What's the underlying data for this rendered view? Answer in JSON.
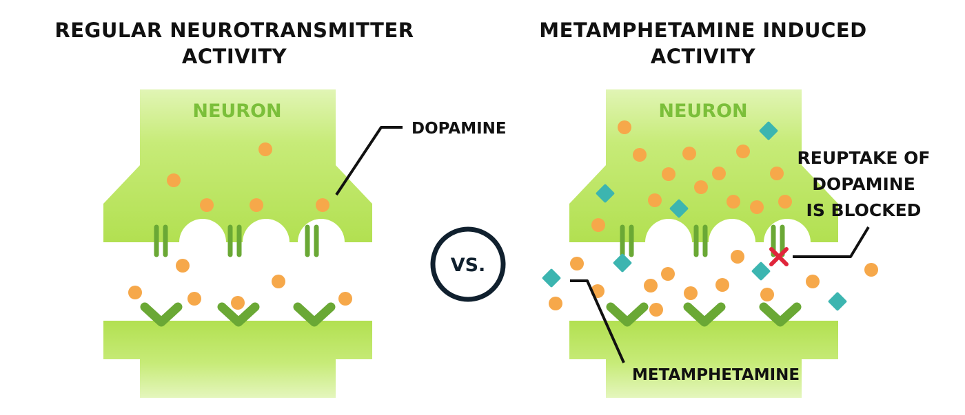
{
  "left_title": [
    "REGULAR NEUROTRANSMITTER",
    "ACTIVITY"
  ],
  "right_title": [
    "METAMPHETAMINE INDUCED",
    "ACTIVITY"
  ],
  "neuron_label": "NEURON",
  "dopamine_label": "DOPAMINE",
  "vs_label": "VS.",
  "reuptake_label": [
    "REUPTAKE OF",
    "DOPAMINE",
    "IS BLOCKED"
  ],
  "meth_label": "METAMPHETAMINE",
  "colors": {
    "neuron_green": "#b9e45a",
    "neuron_label": "#7bbf3a",
    "receptor": "#6aa835",
    "dopamine": "#f6a84a",
    "metamphetamine": "#3cb5b0",
    "blocked_x": "#e0253b",
    "text": "#111111"
  }
}
